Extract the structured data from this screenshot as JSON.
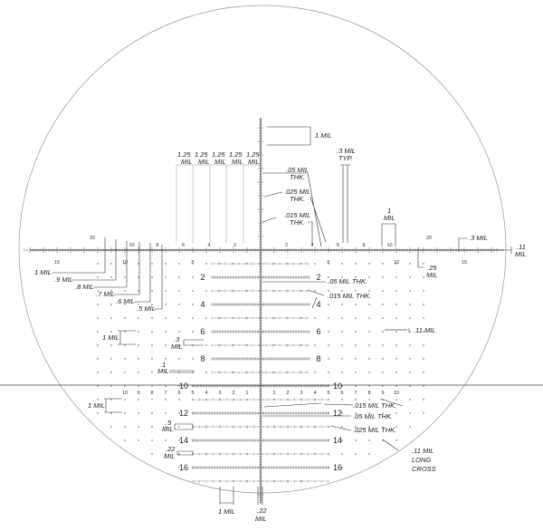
{
  "reticle": {
    "axis_labels_below": {
      "left": [
        "15",
        "10",
        "5"
      ],
      "right": [
        "5",
        "10",
        "15"
      ]
    },
    "axis_label_colors": {
      "15": "#b5651d",
      "10": "#3355aa",
      "5": "#555555"
    },
    "axis_labels_above": {
      "left": [
        "20",
        "10",
        "8",
        "6",
        "4",
        "2"
      ],
      "right": [
        "2",
        "4",
        "6",
        "8",
        "10",
        "20"
      ]
    },
    "tree_row_labels": [
      "2",
      "4",
      "6",
      "8",
      "10",
      "12",
      "14",
      "16"
    ],
    "tree_numbers": [
      "10",
      "9",
      "8",
      "7",
      "6",
      "5",
      "4",
      "3",
      "2",
      "1"
    ]
  },
  "annotations": {
    "top_1mil": "1 MIL",
    "spacing_125": [
      [
        "1.25",
        "MIL"
      ],
      [
        "1.25",
        "MIL"
      ],
      [
        "1.25",
        "MIL"
      ],
      [
        "1.25",
        "MIL"
      ],
      [
        "1.25",
        "MIL"
      ]
    ],
    "thk_05": [
      ".05 MIL",
      "THK."
    ],
    "thk_025": [
      ".025 MIL",
      "THK."
    ],
    "thk_015": [
      ".015 MIL",
      "THK."
    ],
    "typ_3": [
      ".3 MIL",
      "TYP."
    ],
    "right_1mil": [
      "1",
      "MIL"
    ],
    "right_3mil": ".3 MIL",
    "right_11mil": [
      ".11",
      "MIL"
    ],
    "right_25mil": [
      ".25",
      "MIL"
    ],
    "left_heights": [
      "1 MIL",
      ".9 MIL",
      ".8 MIL",
      ".7 MIL",
      ".6 MIL",
      ".5 MIL"
    ],
    "tree_05_thk": ".05 MIL THK.",
    "tree_015_thk": ".015 MIL THK.",
    "tree_1mil_left": "1 MIL",
    "tree_3mil": [
      ".3",
      "MIL"
    ],
    "tree_1_mil": [
      ".1",
      "MIL"
    ],
    "tree_11mil": ".11 MIL",
    "lower_1mil_left": "1 MIL",
    "lower_015_thk": ".015 MIL THK.",
    "lower_05_thk": ".05 MIL THK.",
    "lower_025_thk": ".025 MIL THK.",
    "lower_5mil": [
      ".5",
      "MIL"
    ],
    "lower_22mil": [
      ".22",
      "MIL"
    ],
    "long_cross": [
      ".11 MIL",
      "LONG",
      "CROSS"
    ],
    "bottom_1mil": "1 MIL",
    "bottom_22mil": [
      ".22",
      "MIL"
    ]
  }
}
